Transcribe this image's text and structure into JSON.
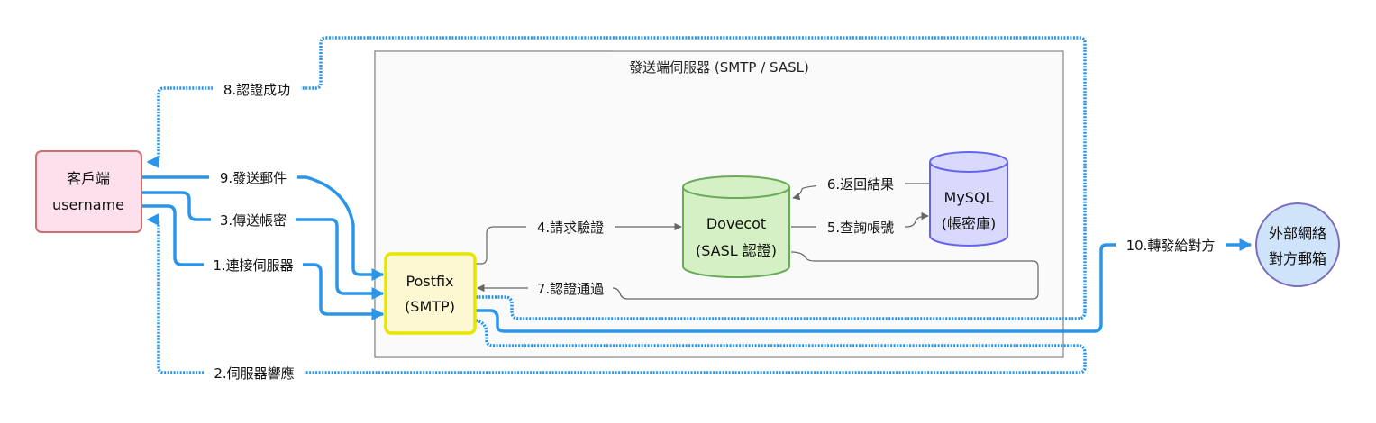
{
  "diagram": {
    "container": {
      "title": "發送端伺服器 (SMTP / SASL)"
    },
    "nodes": {
      "client": {
        "line1": "客戶端",
        "line2": "username",
        "fill": "#fde0ec",
        "stroke": "#cc7070"
      },
      "postfix": {
        "line1": "Postfix",
        "line2": "(SMTP)",
        "fill": "#fdf7d2",
        "stroke": "#e6e600"
      },
      "dovecot": {
        "line1": "Dovecot",
        "line2": "(SASL 認證)",
        "fill": "#d5f0c4",
        "stroke": "#6aab5a"
      },
      "mysql": {
        "line1": "MySQL",
        "line2": "(帳密庫)",
        "fill": "#d9d9fc",
        "stroke": "#6464f0"
      },
      "external": {
        "line1": "外部網絡",
        "line2": "對方郵箱",
        "fill": "#cfe3fb",
        "stroke": "#7a6fbf"
      }
    },
    "edges": [
      {
        "id": "e1",
        "label": "1.連接伺服器",
        "from": "client",
        "to": "postfix",
        "style": "solid-blue"
      },
      {
        "id": "e2",
        "label": "2.伺服器響應",
        "from": "postfix",
        "to": "client",
        "style": "dotted-blue"
      },
      {
        "id": "e3",
        "label": "3.傳送帳密",
        "from": "client",
        "to": "postfix",
        "style": "solid-blue"
      },
      {
        "id": "e4",
        "label": "4.請求驗證",
        "from": "postfix",
        "to": "dovecot",
        "style": "thin-gray"
      },
      {
        "id": "e5",
        "label": "5.查詢帳號",
        "from": "dovecot",
        "to": "mysql",
        "style": "thin-gray"
      },
      {
        "id": "e6",
        "label": "6.返回結果",
        "from": "mysql",
        "to": "dovecot",
        "style": "thin-gray"
      },
      {
        "id": "e7",
        "label": "7.認證通過",
        "from": "dovecot",
        "to": "postfix",
        "style": "thin-gray"
      },
      {
        "id": "e8",
        "label": "8.認證成功",
        "from": "postfix",
        "to": "client",
        "style": "dotted-blue"
      },
      {
        "id": "e9",
        "label": "9.發送郵件",
        "from": "client",
        "to": "postfix",
        "style": "solid-blue"
      },
      {
        "id": "e10",
        "label": "10.轉發給對方",
        "from": "postfix",
        "to": "external",
        "style": "solid-blue"
      }
    ],
    "colors": {
      "blue": "#2b95ea",
      "gray": "#666666",
      "container_fill": "#fafafa",
      "container_stroke": "#888888"
    }
  }
}
